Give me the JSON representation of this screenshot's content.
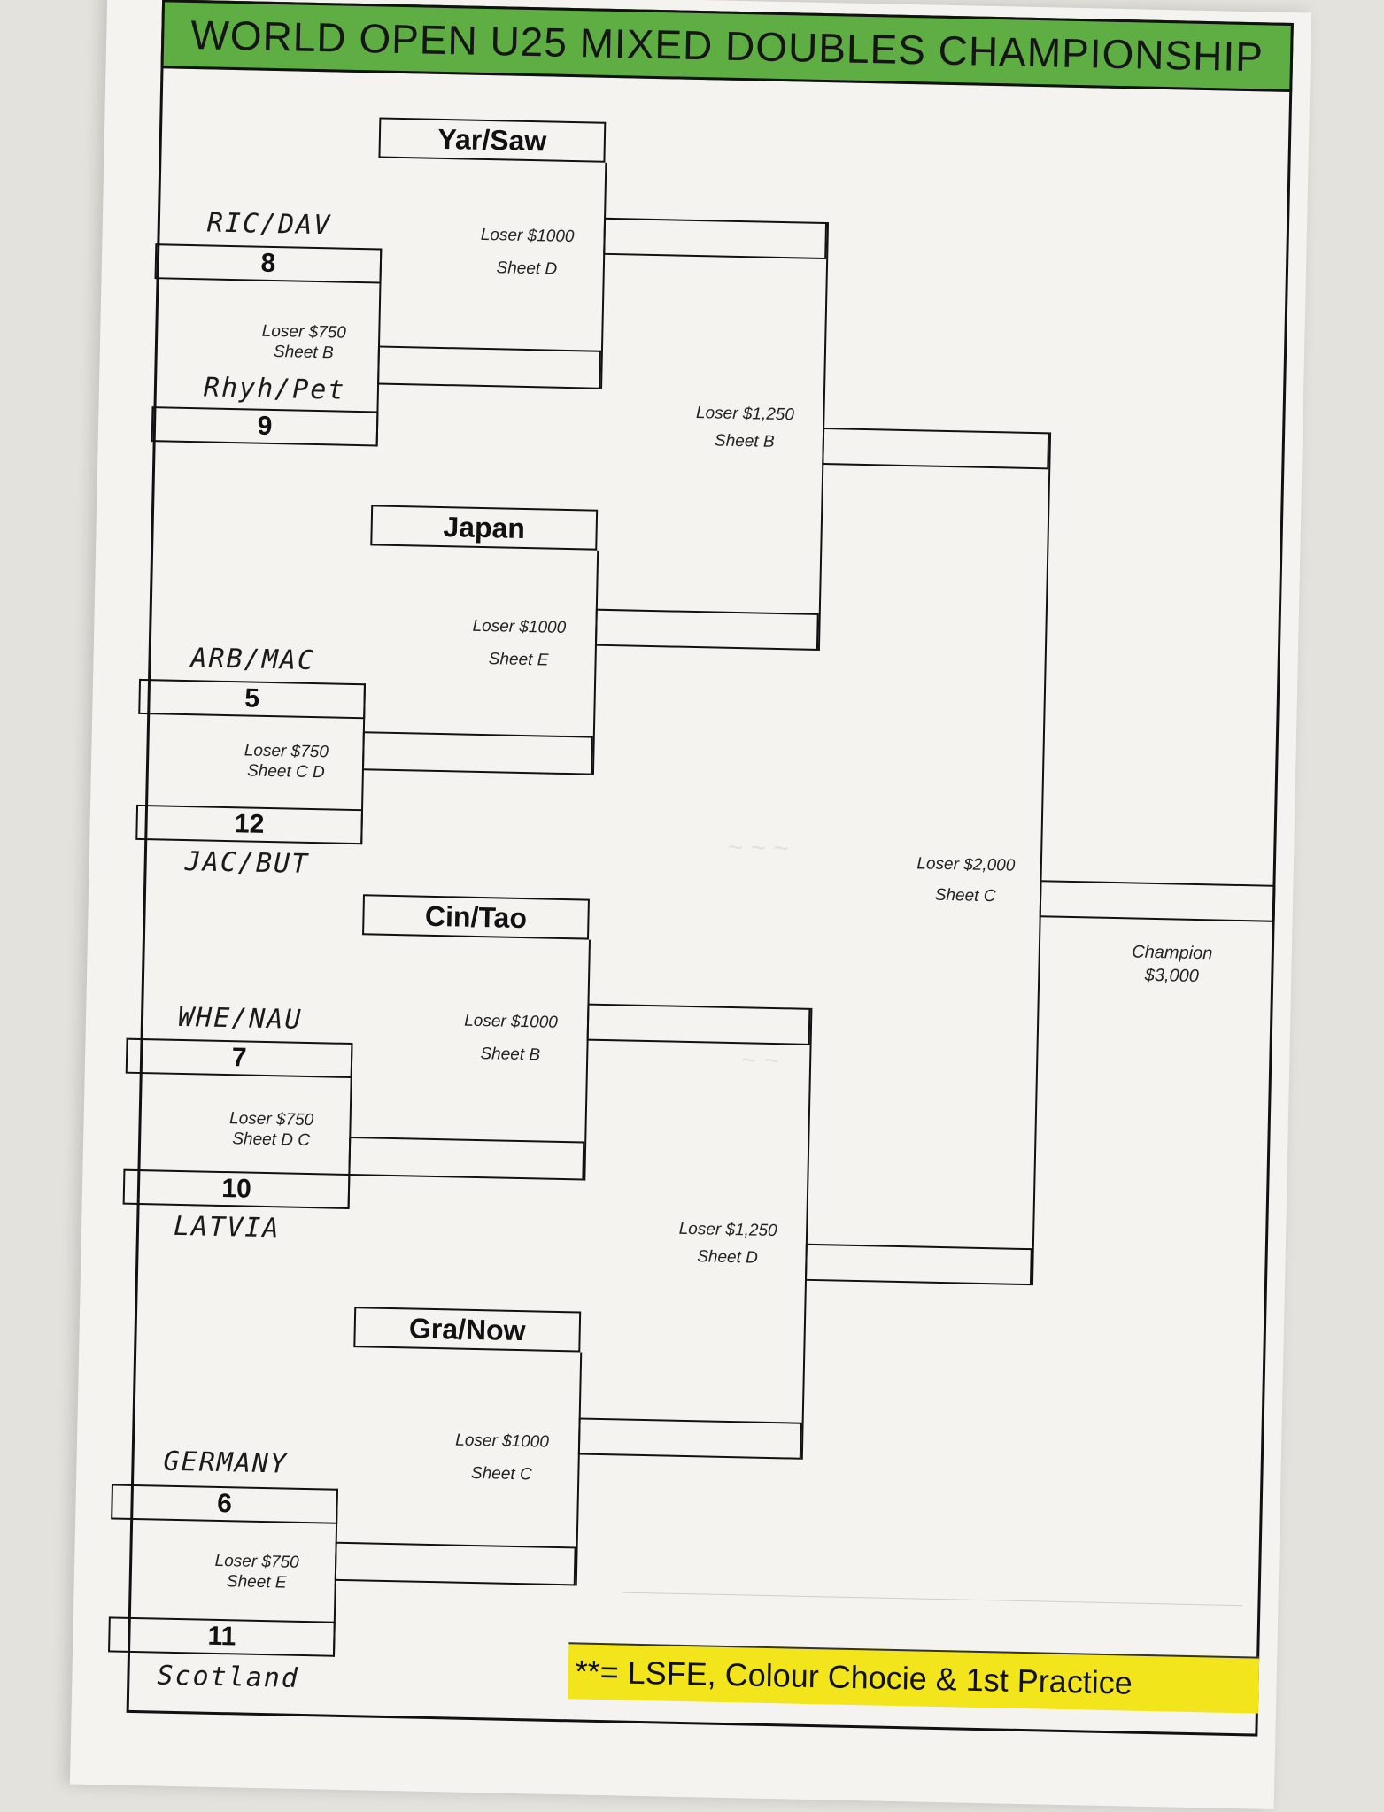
{
  "title": "WORLD OPEN U25 MIXED DOUBLES CHAMPIONSHIP",
  "note": "**= LSFE, Colour Chocie & 1st Practice",
  "round1": [
    {
      "top_seed": "8",
      "top_name": "RIC/DAV",
      "bottom_seed": "9",
      "bottom_name": "Rhyh/Pet",
      "loser": "Loser $750",
      "sheet": "Sheet B"
    },
    {
      "top_seed": "5",
      "top_name": "ARB/MAC",
      "bottom_seed": "12",
      "bottom_name": "JAC/BUT",
      "loser": "Loser $750",
      "sheet": "Sheet C D"
    },
    {
      "top_seed": "7",
      "top_name": "WHE/NAU",
      "bottom_seed": "10",
      "bottom_name": "LATVIA",
      "loser": "Loser $750",
      "sheet": "Sheet D C"
    },
    {
      "top_seed": "6",
      "top_name": "GERMANY",
      "bottom_seed": "11",
      "bottom_name": "Scotland",
      "loser": "Loser $750",
      "sheet": "Sheet E"
    }
  ],
  "round2": [
    {
      "team": "Yar/Saw",
      "loser": "Loser $1000",
      "sheet": "Sheet D"
    },
    {
      "team": "Japan",
      "loser": "Loser $1000",
      "sheet": "Sheet E"
    },
    {
      "team": "Cin/Tao",
      "loser": "Loser $1000",
      "sheet": "Sheet B"
    },
    {
      "team": "Gra/Now",
      "loser": "Loser $1000",
      "sheet": "Sheet C"
    }
  ],
  "semis": [
    {
      "loser": "Loser $1,250",
      "sheet": "Sheet B"
    },
    {
      "loser": "Loser $1,250",
      "sheet": "Sheet D"
    }
  ],
  "final": {
    "loser": "Loser $2,000",
    "sheet": "Sheet C"
  },
  "champion": {
    "label": "Champion",
    "prize": "$3,000"
  }
}
